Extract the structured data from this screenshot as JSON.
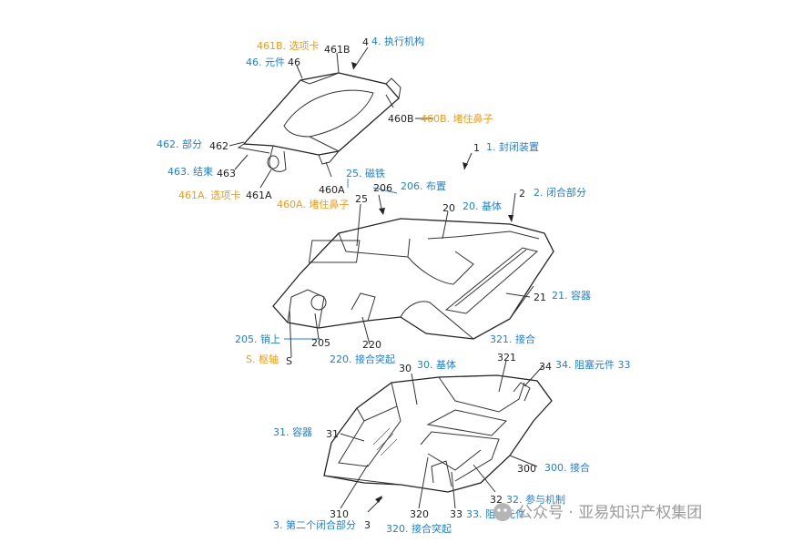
{
  "labels": {
    "l461B": "461B. 选项卡",
    "l4": "4. 执行机构",
    "l46": "46. 元件",
    "l460B": "460B. 堵住鼻子",
    "l462": "462. 部分",
    "l463": "463. 结束",
    "l461A": "461A. 选项卡",
    "l460A": "460A. 堵住鼻子",
    "l1": "1. 封闭装置",
    "l25": "25. 磁铁",
    "l206": "206. 布置",
    "l2": "2. 闭合部分",
    "l20": "20. 基体",
    "l21": "21. 容器",
    "l205": "205. 销上",
    "lS": "S. 枢轴",
    "l321": "321. 接合",
    "l220": "220. 接合突起",
    "l30": "30. 基体",
    "l34": "34. 阻塞元件 33",
    "l31": "31. 容器",
    "l300": "300. 接合",
    "l32": "32. 参与机制",
    "l33": "33. 阻挡元件",
    "l3": "3. 第二个闭合部分",
    "l320": "320. 接合突起"
  },
  "refs": {
    "r461B": "461B",
    "r4": "4",
    "r46": "46",
    "r460B": "460B",
    "r462": "462",
    "r463": "463",
    "r461A": "461A",
    "r460A": "460A",
    "r1": "1",
    "r25": "25",
    "r206": "206",
    "r2": "2",
    "r20": "20",
    "r21": "21",
    "r205": "205",
    "rS": "S",
    "r220": "220",
    "r321": "321",
    "r30": "30",
    "r34": "34",
    "r31": "31",
    "r300": "300",
    "r310": "310",
    "r320": "320",
    "r33": "33",
    "r32": "32",
    "r3": "3"
  },
  "watermark": "公众号 · 亚易知识产权集团",
  "colors": {
    "blue": "#1f7fd6",
    "orange": "#f39a17",
    "line": "#222222"
  }
}
